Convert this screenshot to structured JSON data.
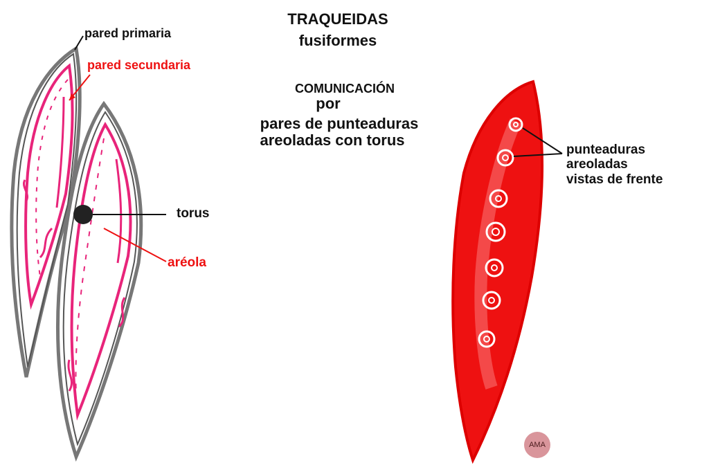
{
  "title": {
    "line1": "TRAQUEIDAS",
    "line2": "fusiformes"
  },
  "subtitle": {
    "line1": "COMUNICACIÓN",
    "line2": "por",
    "line3": "pares de punteaduras",
    "line4": "areoladas con torus"
  },
  "labels": {
    "pared_primaria": "pared primaria",
    "pared_secundaria": "pared secundaria",
    "torus": "torus",
    "areola": "aréola",
    "punteaduras_1": "punteaduras",
    "punteaduras_2": "areoladas",
    "punteaduras_3": "vistas de frente"
  },
  "badge": "AMA",
  "colors": {
    "primary_wall": "#6f6f6f",
    "secondary_wall": "#e8247a",
    "red_cell": "#ee1111",
    "label_black": "#111111",
    "label_red": "#ee1111"
  }
}
